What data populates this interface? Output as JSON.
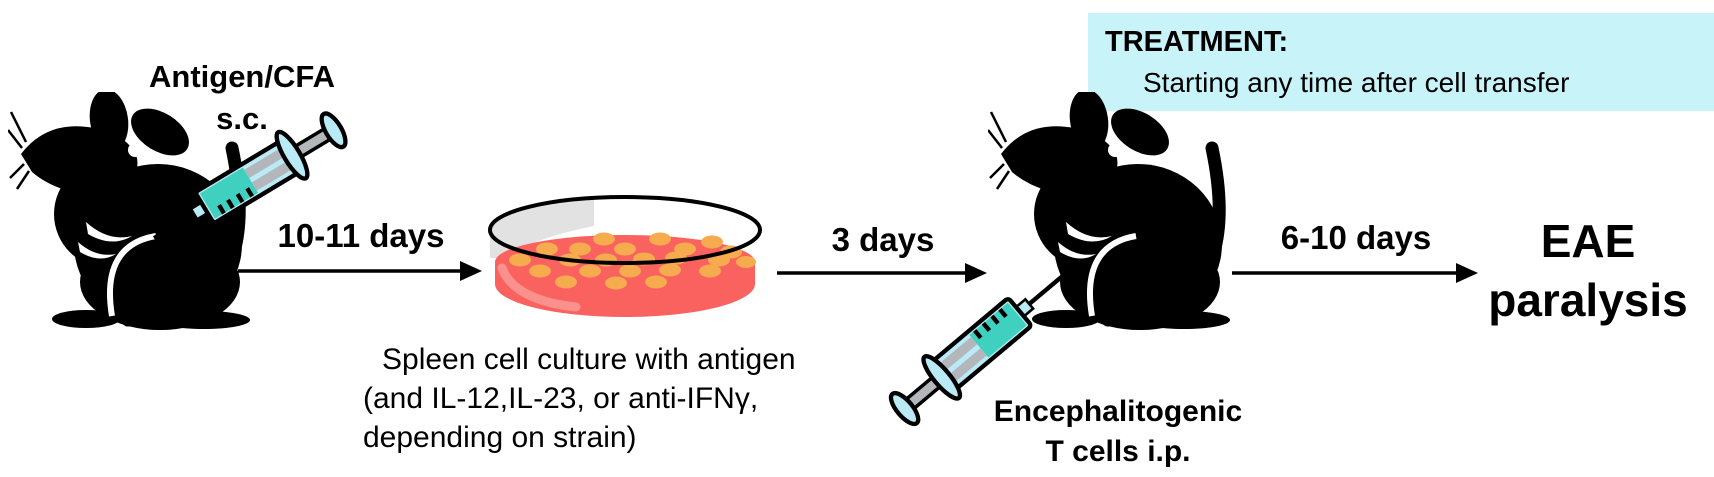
{
  "figure": {
    "treatment": {
      "heading": "TREATMENT:",
      "body": "Starting any time after cell transfer"
    },
    "step1": {
      "line1": "Antigen/CFA",
      "line2": "s.c."
    },
    "arrow1_label": "10-11 days",
    "culture_caption": {
      "line1": "Spleen cell culture with antigen",
      "line2": "(and IL-12,IL-23, or anti-IFNγ,",
      "line3": "depending on strain)"
    },
    "arrow2_label": "3 days",
    "step3": {
      "line1": "Encephalitogenic",
      "line2": "T cells i.p."
    },
    "arrow3_label": "6-10 days",
    "outcome": {
      "line1": "EAE",
      "line2": "paralysis"
    }
  },
  "colors": {
    "treatment_box_bg": "#c8f3f8",
    "syringe_liquid_teal": "#3fd0bf",
    "syringe_body_blue": "#b9eaf5",
    "syringe_plunger_gray": "#b3b6ba",
    "petri_medium_red": "#f9625f",
    "petri_highlight_pink": "#fb918d",
    "colony_orange": "#f5ab4e",
    "petri_rim_gray": "#e2e2e2",
    "outline_black": "#000000"
  },
  "icons": {
    "mouse": "black sitting mouse silhouette with whiskers and long tail",
    "syringe": "syringe with teal liquid and light-blue barrel",
    "petri_dish": "petri dish with red medium and orange cell colonies",
    "arrow": "thin black right arrow"
  }
}
